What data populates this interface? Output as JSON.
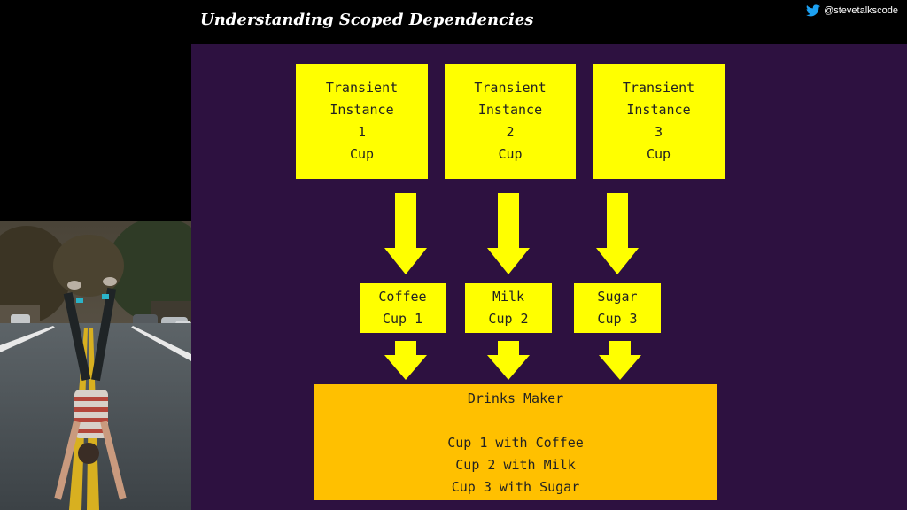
{
  "header": {
    "title": "Understanding Scoped Dependencies",
    "handle": "@stevetalkscode",
    "handle_icon": "twitter-bird-icon"
  },
  "colors": {
    "panel_bg": "#2d1140",
    "box_yellow": "#ffff00",
    "box_orange": "#ffc000",
    "twitter_blue": "#1da1f2"
  },
  "diagram": {
    "transient": [
      {
        "line1": "Transient",
        "line2": "Instance",
        "line3": "1",
        "line4": "Cup"
      },
      {
        "line1": "Transient",
        "line2": "Instance",
        "line3": "2",
        "line4": "Cup"
      },
      {
        "line1": "Transient",
        "line2": "Instance",
        "line3": "3",
        "line4": "Cup"
      }
    ],
    "ingredients": [
      {
        "line1": "Coffee",
        "line2": "Cup 1"
      },
      {
        "line1": "Milk",
        "line2": "Cup 2"
      },
      {
        "line1": "Sugar",
        "line2": "Cup 3"
      }
    ],
    "maker": {
      "title": "Drinks Maker",
      "lines": [
        "Cup 1 with Coffee",
        "Cup 2 with Milk",
        "Cup 3 with Sugar"
      ]
    }
  }
}
